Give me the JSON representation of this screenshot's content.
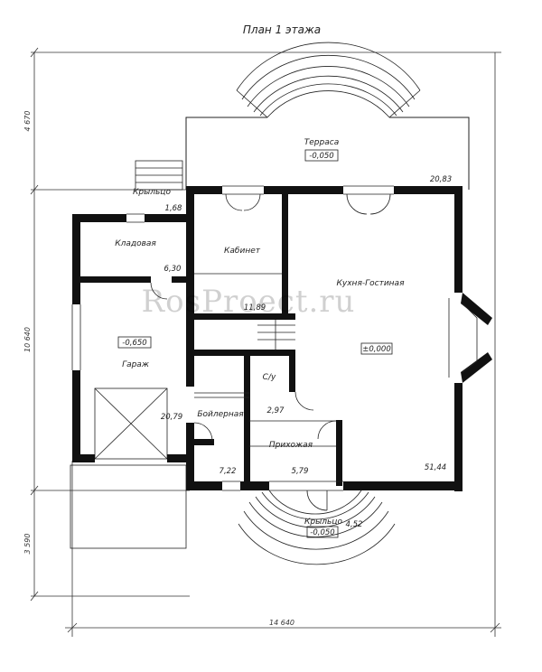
{
  "title": "План 1 этажа",
  "watermark": "RosProect.ru",
  "rooms": [
    {
      "name": "Терраса",
      "level": "-0,050",
      "area": "20,83"
    },
    {
      "name": "Крыльцо",
      "area": "1,68"
    },
    {
      "name": "Кладовая",
      "area": "6,30"
    },
    {
      "name": "Кабинет",
      "area": "11,89"
    },
    {
      "name": "Кухня-Гостиная",
      "level": "±0,000",
      "area": "51,44"
    },
    {
      "name": "Гараж",
      "level": "-0,650",
      "area": "20,79"
    },
    {
      "name": "С/у",
      "area": "2,97"
    },
    {
      "name": "Бойлерная",
      "area": "7,22"
    },
    {
      "name": "Прихожая",
      "area": "5,79"
    },
    {
      "name": "Крыльцо",
      "level": "-0,050",
      "area": "4,52"
    }
  ],
  "dimensions": {
    "top_vertical": "4 670",
    "middle_vertical": "10 640",
    "bottom_vertical": "3 590",
    "overall_horizontal": "14 640"
  }
}
